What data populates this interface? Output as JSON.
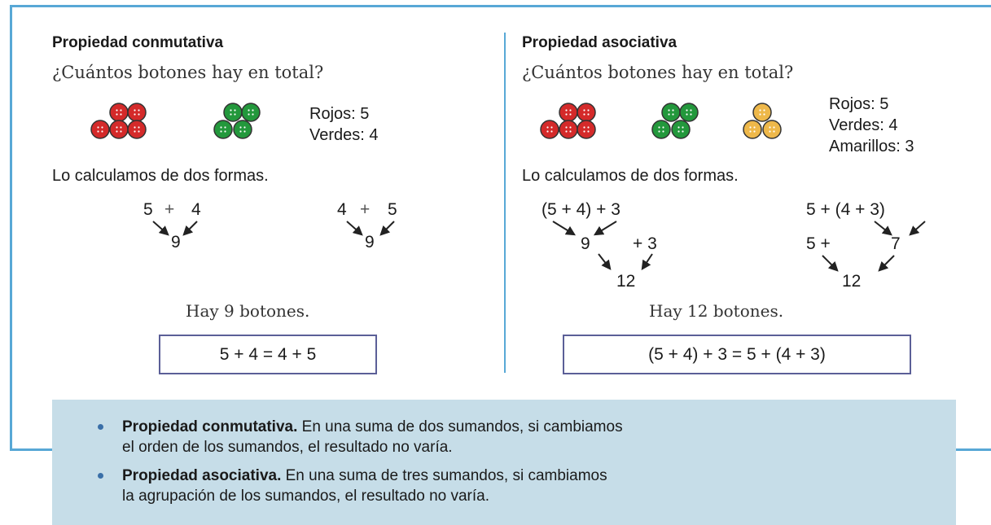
{
  "left": {
    "heading": "Propiedad conmutativa",
    "question": "¿Cuántos botones hay en total?",
    "counts": [
      "Rojos: 5",
      "Verdes: 4"
    ],
    "calc_intro": "Lo calculamos de dos formas.",
    "tree1": {
      "a": "5",
      "op": "+",
      "b": "4",
      "result": "9"
    },
    "tree2": {
      "a": "4",
      "op": "+",
      "b": "5",
      "result": "9"
    },
    "total": "Hay 9 botones.",
    "equation": "5 + 4 = 4 + 5"
  },
  "right": {
    "heading": "Propiedad asociativa",
    "question": "¿Cuántos botones hay en total?",
    "counts": [
      "Rojos: 5",
      "Verdes: 4",
      "Amarillos: 3"
    ],
    "calc_intro": "Lo calculamos de dos formas.",
    "tree1": {
      "top": "(5 + 4) + 3",
      "mid_a": "9",
      "mid_b": "+ 3",
      "result": "12"
    },
    "tree2": {
      "top": "5 + (4 + 3)",
      "mid_a": "5 +",
      "mid_b": "7",
      "result": "12"
    },
    "total": "Hay 12 botones.",
    "equation": "(5 + 4) + 3 = 5 + (4 + 3)"
  },
  "summary": [
    {
      "term": "Propiedad conmutativa.",
      "line1": " En una suma de dos sumandos, si cambiamos",
      "line2": "el orden de los sumandos, el resultado no varía."
    },
    {
      "term": "Propiedad asociativa.",
      "line1": " En una suma de tres sumandos, si cambiamos",
      "line2": "la agrupación de los sumandos, el resultado no varía."
    }
  ],
  "colors": {
    "frame": "#58a8d6",
    "red_button": "#d42a2a",
    "green_button": "#23983c",
    "yellow_button": "#eeb84a",
    "summary_bg": "#c6dde8",
    "bullet": "#3a6fa8"
  }
}
